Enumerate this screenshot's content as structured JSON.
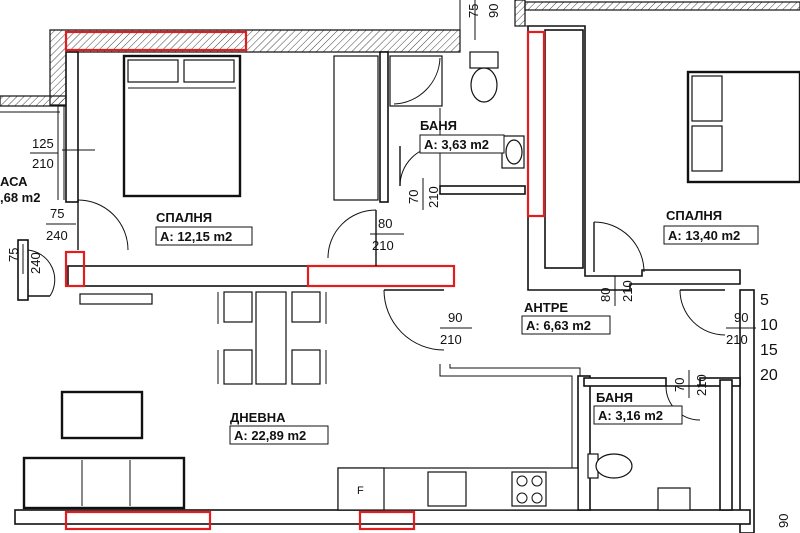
{
  "rooms": {
    "bedroom_left": {
      "name": "СПАЛНЯ",
      "area": "A: 12,15 m2"
    },
    "bathroom_top": {
      "name": "БАНЯ",
      "area": "A: 3,63 m2"
    },
    "bedroom_right": {
      "name": "СПАЛНЯ",
      "area": "A: 13,40 m2"
    },
    "hallway": {
      "name": "АНТРЕ",
      "area": "A: 6,63 m2"
    },
    "bathroom_small": {
      "name": "БАНЯ",
      "area": "A: 3,16 m2"
    },
    "living": {
      "name": "ДНЕВНА",
      "area": "A: 22,89 m2"
    },
    "terrace": {
      "name": "АСА",
      "area": ",68 m2"
    }
  },
  "dimensions": {
    "window_left_w": "125",
    "window_left_h": "210",
    "door_terrace_w": "75",
    "door_terrace_h": "240",
    "door_left_vert_w": "75",
    "door_left_vert_h": "240",
    "bedroom_door_w": "80",
    "bedroom_door_h": "210",
    "bath_door_w": "70",
    "bath_door_h": "210",
    "living_door_w": "90",
    "living_door_h": "210",
    "right_bed_door_w": "80",
    "right_bed_door_h": "210",
    "entry_door_w": "90",
    "entry_door_h": "210",
    "small_bath_door_w": "70",
    "small_bath_door_h": "210",
    "top_w": "75",
    "top_h": "90",
    "bottom_right": "90"
  },
  "fridge_label": "F",
  "scale_marks": [
    "5",
    "10",
    "15",
    "20"
  ]
}
